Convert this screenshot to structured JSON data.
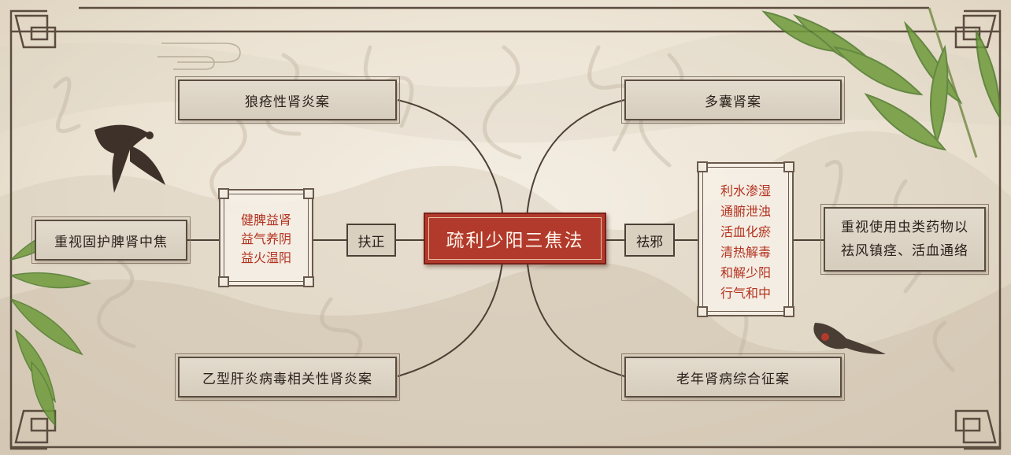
{
  "title": "疏利少阳三焦法",
  "left_branch": {
    "label": "扶正",
    "methods": [
      "健脾益肾",
      "益气养阴",
      "益火温阳"
    ],
    "outcome": "重视固护脾肾中焦"
  },
  "right_branch": {
    "label": "祛邪",
    "methods": [
      "利水渗湿",
      "通腑泄浊",
      "活血化瘀",
      "清热解毒",
      "和解少阳",
      "行气和中"
    ],
    "outcome_lines": [
      "重视使用虫类药物以",
      "祛风镇痉、活血通络"
    ]
  },
  "cases": {
    "top_left": "狼疮性肾炎案",
    "top_right": "多囊肾案",
    "bottom_left": "乙型肝炎病毒相关性肾炎案",
    "bottom_right": "老年肾病综合征案"
  },
  "colors": {
    "accent_red": "#b23a2c",
    "frame_brown": "#5a4c40",
    "paper": "#ece3d4",
    "method_text": "#b3321f"
  }
}
